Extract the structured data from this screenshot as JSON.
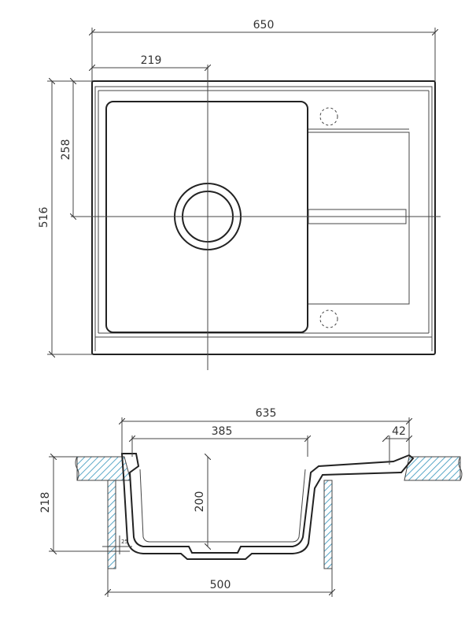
{
  "top_view": {
    "dim_width": "650",
    "dim_bowl_offset": "219",
    "dim_depth": "516",
    "dim_half_depth": "258"
  },
  "section_view": {
    "dim_total": "635",
    "dim_bowl_width": "385",
    "dim_rim": "42",
    "dim_height": "218",
    "dim_bowl_depth": "200",
    "dim_small": "25",
    "dim_cabinet": "500"
  }
}
